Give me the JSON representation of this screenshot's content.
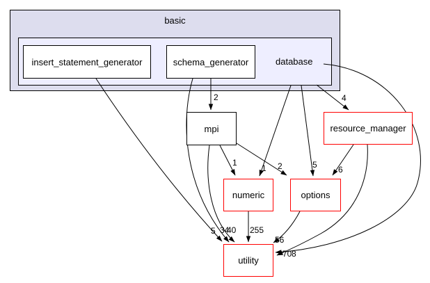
{
  "diagram": {
    "type": "directory-dependency-graph",
    "parent_cluster_label": "basic",
    "current_dir_label": "database",
    "nodes": [
      {
        "id": "insert_statement_generator",
        "label": "insert_statement_generator",
        "style": "internal"
      },
      {
        "id": "schema_generator",
        "label": "schema_generator",
        "style": "internal"
      },
      {
        "id": "mpi",
        "label": "mpi",
        "style": "internal"
      },
      {
        "id": "resource_manager",
        "label": "resource_manager",
        "style": "external"
      },
      {
        "id": "numeric",
        "label": "numeric",
        "style": "external"
      },
      {
        "id": "options",
        "label": "options",
        "style": "external"
      },
      {
        "id": "utility",
        "label": "utility",
        "style": "external"
      }
    ],
    "edges": [
      {
        "from": "schema_generator",
        "to": "mpi",
        "label": "2"
      },
      {
        "from": "database",
        "to": "resource_manager",
        "label": "4"
      },
      {
        "from": "mpi",
        "to": "numeric",
        "label": "1"
      },
      {
        "from": "database",
        "to": "numeric",
        "label": "1"
      },
      {
        "from": "mpi",
        "to": "options",
        "label": "2"
      },
      {
        "from": "database",
        "to": "options",
        "label": "5"
      },
      {
        "from": "resource_manager",
        "to": "options",
        "label": "6"
      },
      {
        "from": "insert_statement_generator",
        "to": "utility",
        "label": "5"
      },
      {
        "from": "schema_generator",
        "to": "utility",
        "label": "34"
      },
      {
        "from": "mpi",
        "to": "utility",
        "label": "40"
      },
      {
        "from": "numeric",
        "to": "utility",
        "label": "255"
      },
      {
        "from": "options",
        "to": "utility",
        "label": "56"
      },
      {
        "from": "database",
        "to": "utility",
        "label": "70"
      },
      {
        "from": "resource_manager",
        "to": "utility",
        "label": "8"
      }
    ],
    "colors": {
      "cluster_outer_fill": "#ddddee",
      "cluster_inner_fill": "#eeeeff",
      "internal_node_border": "#000000",
      "external_node_border": "#ff0000",
      "edge_color": "#000000",
      "background": "#ffffff"
    }
  }
}
